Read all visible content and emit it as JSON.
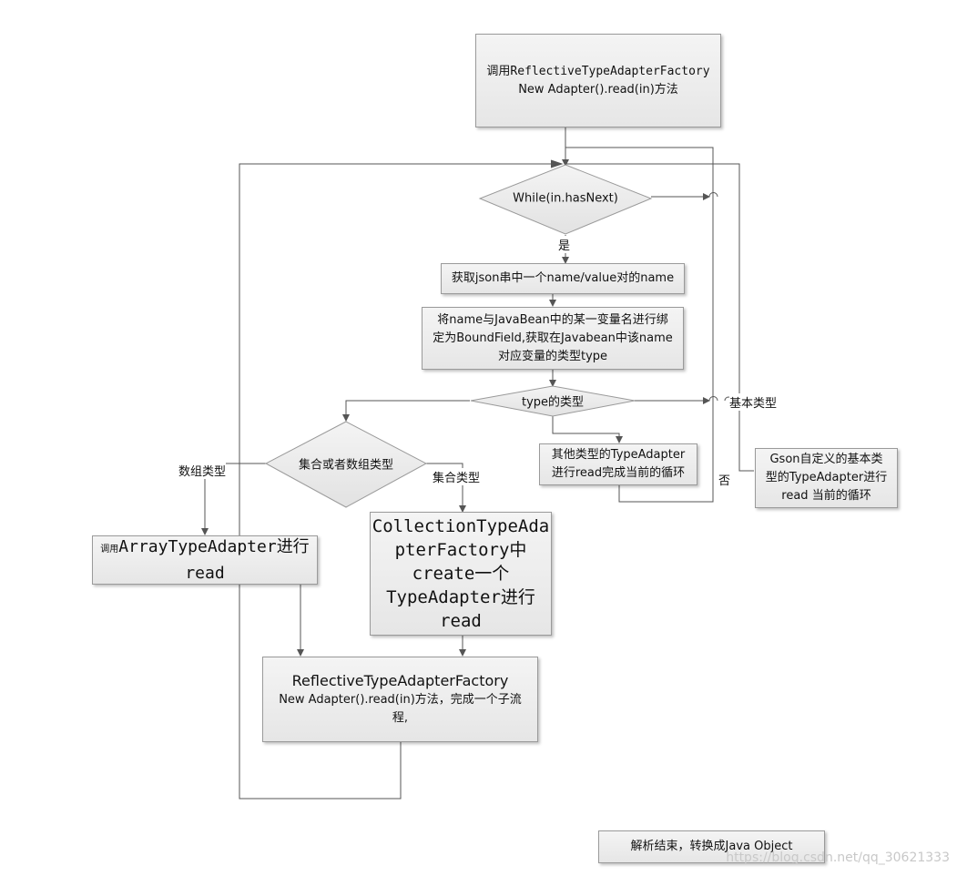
{
  "nodes": {
    "start_line1_prefix": "调用",
    "start_line1_mono": "ReflectiveTypeAdapterFactory",
    "start_line2": "New Adapter().read(in)方法",
    "while_cond": "While(in.hasNext)",
    "get_name": "获取json串中一个name/value对的name",
    "bind_line1": "将name与JavaBean中的某一变量名进行绑",
    "bind_line2": "定为BoundField,获取在Javabean中该name",
    "bind_line3": "对应变量的类型type",
    "type_of": "type的类型",
    "other_line1": "其他类型的TypeAdapter",
    "other_line2": "进行read完成当前的循环",
    "gson_line1": "Gson自定义的基本类",
    "gson_line2": "型的TypeAdapter进行",
    "gson_line3": "read 当前的循环",
    "coll_or_array": "集合或者数组类型",
    "array_prefix": "调用",
    "array_line1": "ArrayTypeAdapter进行",
    "array_line2": "read",
    "coll_line1": "CollectionTypeAda",
    "coll_line2": "pterFactory中",
    "coll_line3": "create一个",
    "coll_line4": "TypeAdapter进行",
    "coll_line5": "read",
    "sub_line1": "ReflectiveTypeAdapterFactory",
    "sub_line2": "New Adapter().read(in)方法，完成一个子流",
    "sub_line3": "程,",
    "end": "解析结束，转换成Java Object"
  },
  "labels": {
    "yes": "是",
    "no": "否",
    "basic_type": "基本类型",
    "array_type": "数组类型",
    "collection_type": "集合类型"
  },
  "watermark": "https://blog.csdn.net/qq_30621333",
  "colors": {
    "line": "#555555",
    "box_border": "#9a9a9a",
    "box_fill": "#ececec"
  }
}
